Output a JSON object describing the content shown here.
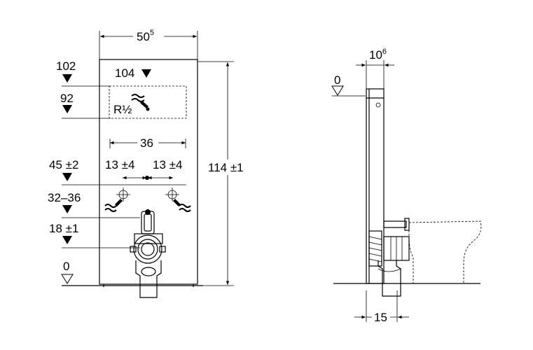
{
  "front_view": {
    "width_label": "50",
    "width_label_sup": "5",
    "height_label": "114 ±1",
    "level_102": "102",
    "level_104": "104",
    "level_92": "92",
    "thread_label": "R½",
    "span_36": "36",
    "level_45": "45 ±2",
    "offset_left": "13 ±4",
    "offset_right": "13 ±4",
    "level_32_36": "32–36",
    "level_18": "18 ±1",
    "level_0": "0"
  },
  "side_view": {
    "depth_label": "10",
    "depth_label_sup": "6",
    "level_0": "0",
    "offset_15": "15"
  }
}
